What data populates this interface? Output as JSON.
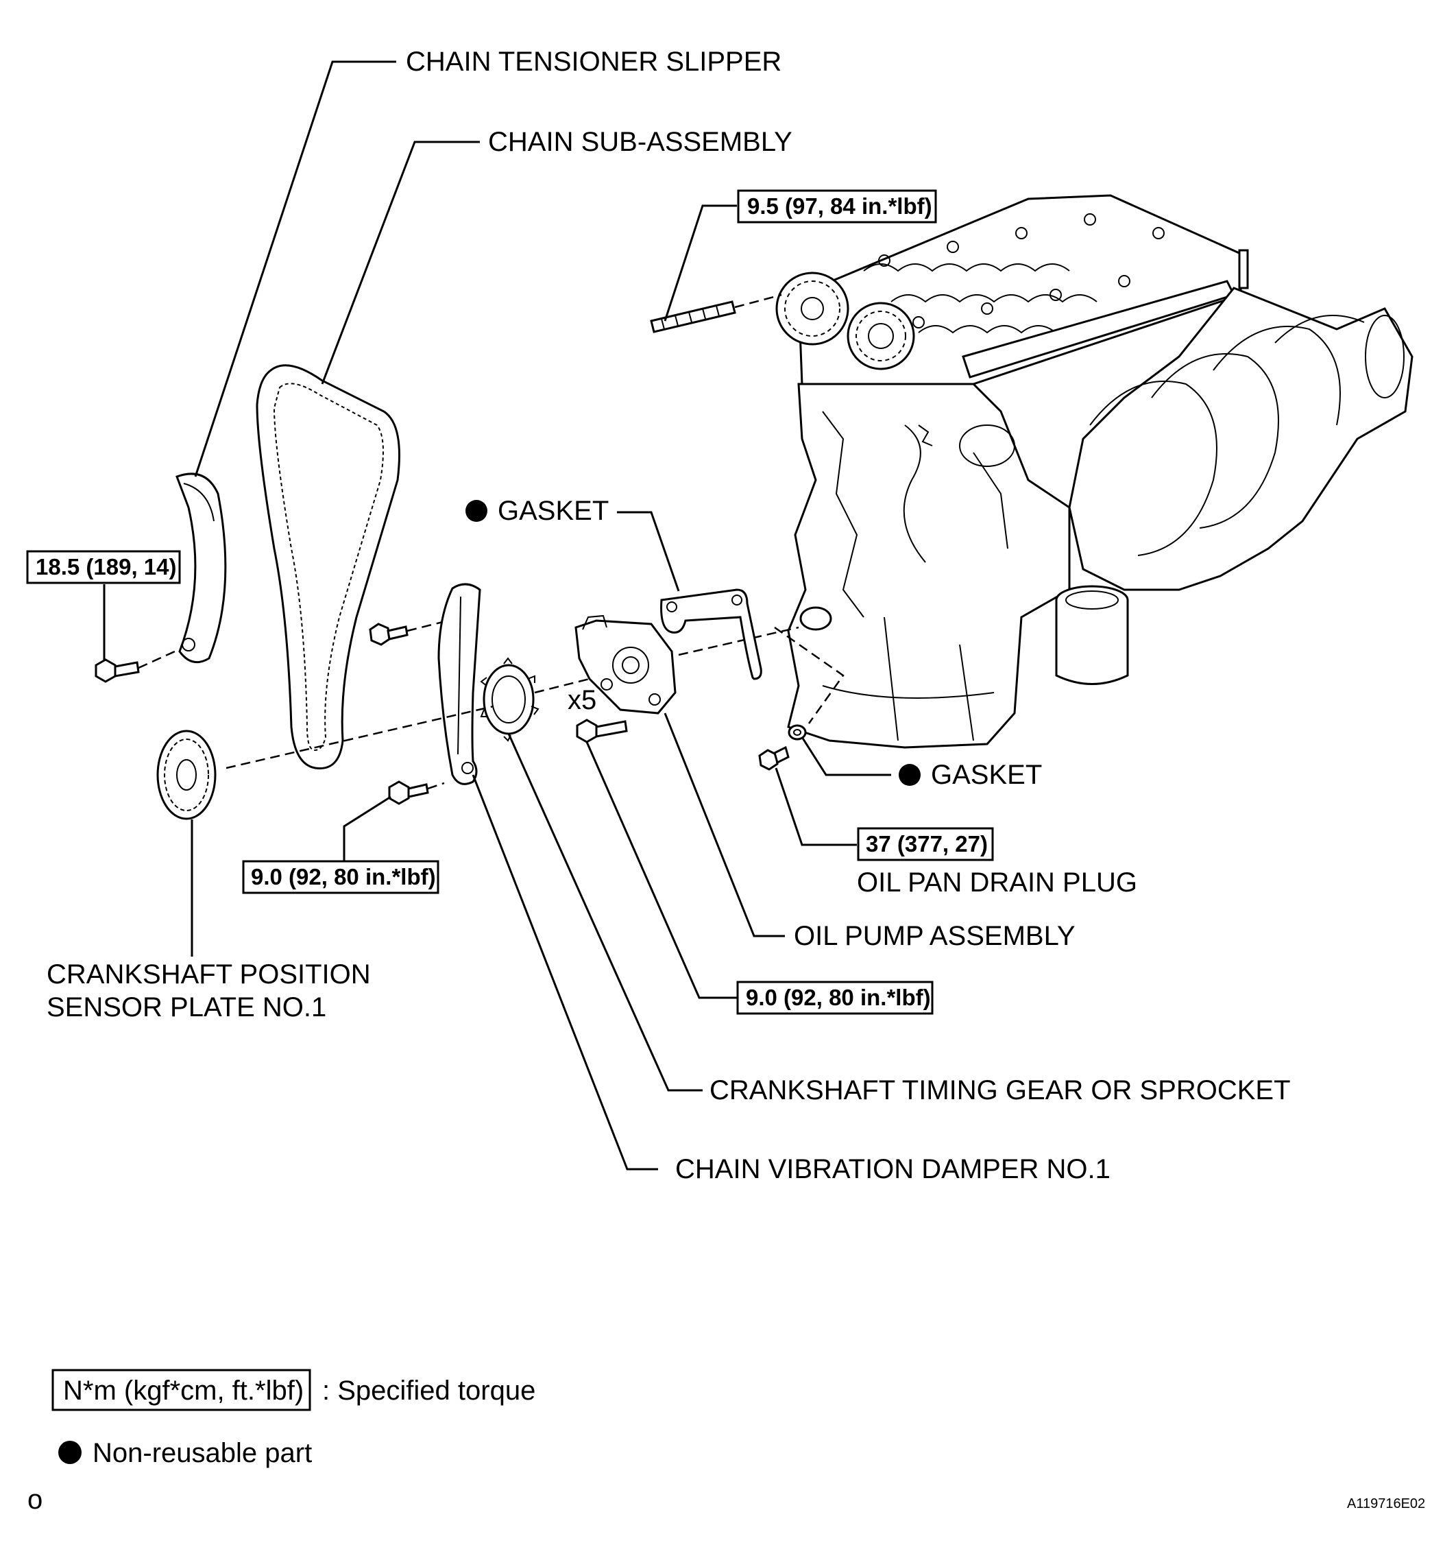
{
  "labels": {
    "chain_tensioner_slipper": "CHAIN TENSIONER SLIPPER",
    "chain_sub_assembly": "CHAIN SUB-ASSEMBLY",
    "gasket_upper": "GASKET",
    "gasket_lower": "GASKET",
    "oil_pan_drain_plug": "OIL PAN DRAIN PLUG",
    "oil_pump_assembly": "OIL PUMP ASSEMBLY",
    "crankshaft_position_sensor_plate_line1": "CRANKSHAFT POSITION",
    "crankshaft_position_sensor_plate_line2": "SENSOR PLATE NO.1",
    "crankshaft_timing_gear": "CRANKSHAFT TIMING GEAR OR SPROCKET",
    "chain_vibration_damper": "CHAIN VIBRATION DAMPER NO.1",
    "quantity_x5": "x5"
  },
  "torques": {
    "stud_bolt": "9.5 (97, 84 in.*lbf)",
    "tensioner_bolt": "18.5 (189, 14)",
    "damper_bolt": "9.0 (92, 80 in.*lbf)",
    "oil_pump_bolts": "9.0 (92, 80 in.*lbf)",
    "drain_plug": "37 (377, 27)"
  },
  "legend": {
    "torque_unit_box": "N*m (kgf*cm, ft.*lbf)",
    "torque_desc": ": Specified torque",
    "non_reusable": "Non-reusable part"
  },
  "footer": {
    "corner_mark": "o",
    "figure_code": "A119716E02"
  }
}
